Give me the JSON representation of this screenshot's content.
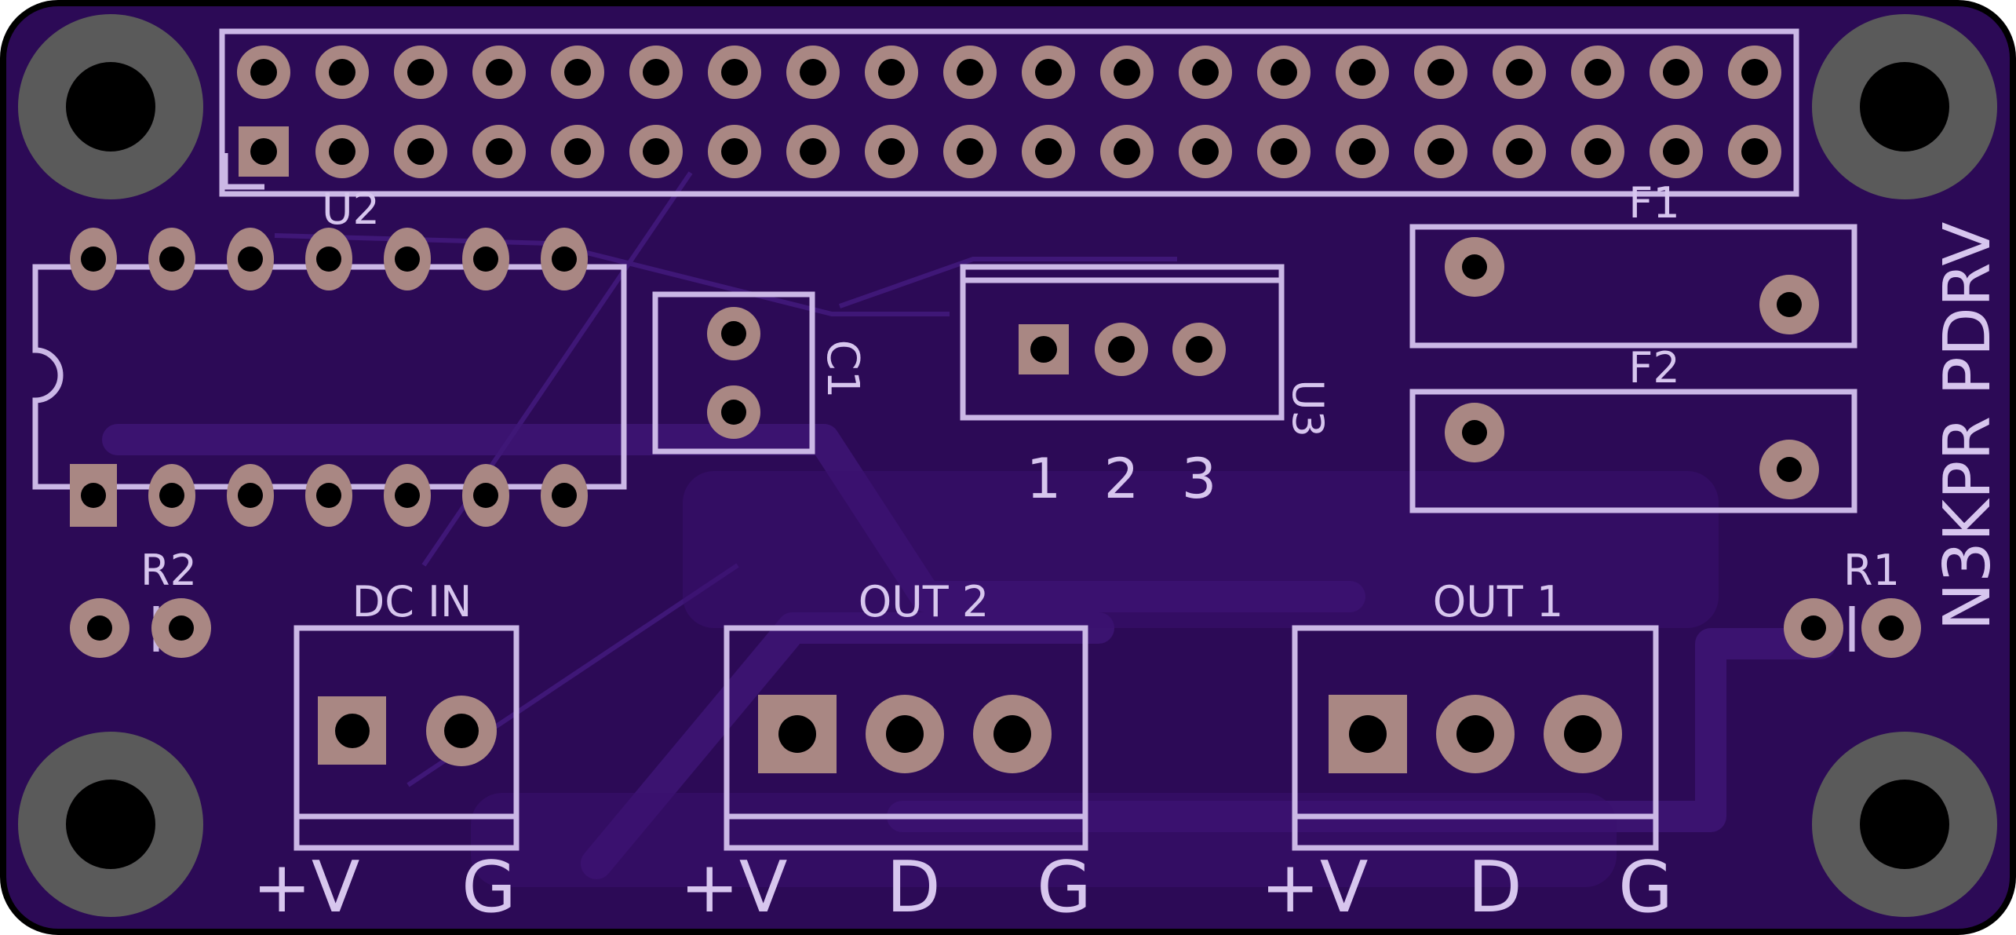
{
  "board": {
    "title": "N3KPR PDRV",
    "colors": {
      "board": "#2c0a56",
      "board_edge": "#000000",
      "trace": "#3b1370",
      "silkscreen": "#cbb8e6",
      "pad_copper": "#a98783",
      "drill": "#000000",
      "mount_ring": "#5a5a5a"
    }
  },
  "labels": {
    "u2": "U2",
    "c1": "C1",
    "u3": "U3",
    "u3_pin1": "1",
    "u3_pin2": "2",
    "u3_pin3": "3",
    "f1": "F1",
    "f2": "F2",
    "r1": "R1",
    "r2": "R2",
    "dc_in": "DC IN",
    "out2": "OUT 2",
    "out1": "OUT 1",
    "dc_in_pos": "+V",
    "dc_in_gnd": "G",
    "out2_pos": "+V",
    "out2_data": "D",
    "out2_gnd": "G",
    "out1_pos": "+V",
    "out1_data": "D",
    "out1_gnd": "G"
  },
  "components": {
    "gpio_header": {
      "rows": 2,
      "pins_per_row": 20
    },
    "u2_dip": {
      "pins_per_side": 7
    },
    "c1": {
      "pins": 2
    },
    "u3": {
      "pins": 3
    },
    "dc_in": {
      "pins": 2
    },
    "out2": {
      "pins": 3
    },
    "out1": {
      "pins": 3
    }
  }
}
